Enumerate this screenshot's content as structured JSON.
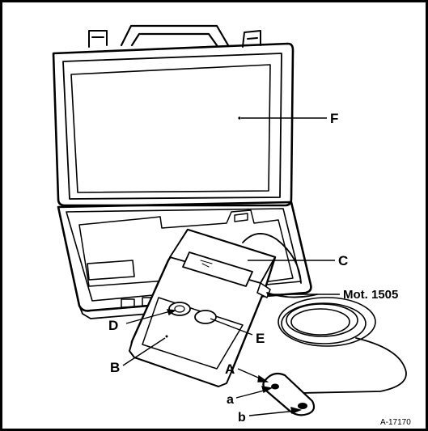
{
  "labels": {
    "F": "F",
    "C": "C",
    "mot": "Mot. 1505",
    "D": "D",
    "E": "E",
    "B": "B",
    "A": "A",
    "a": "a",
    "b": "b"
  },
  "reference": "A-17170",
  "colors": {
    "ink": "#000000",
    "paper": "#ffffff",
    "shade": "#444444"
  }
}
